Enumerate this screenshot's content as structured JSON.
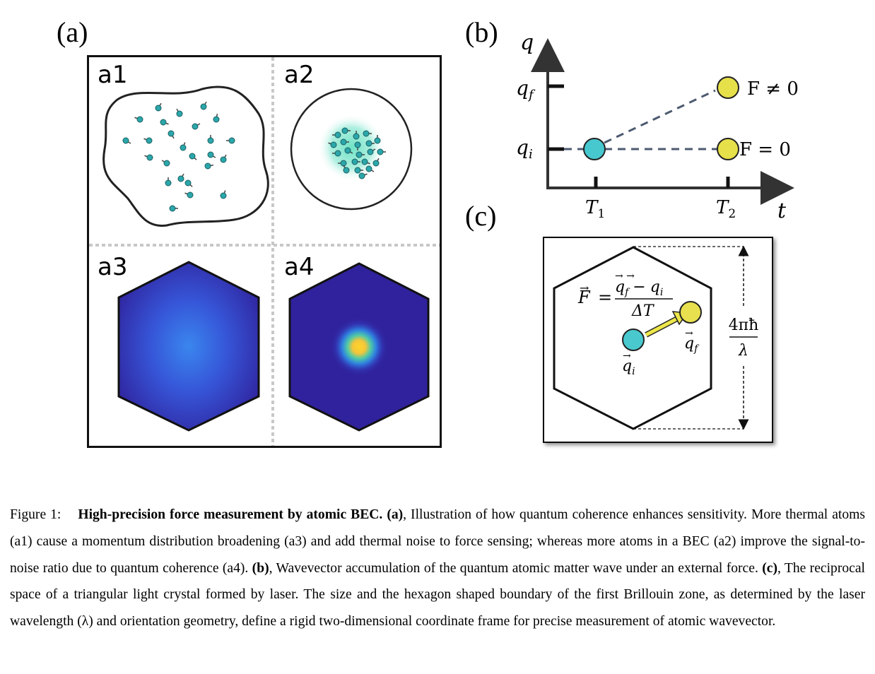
{
  "panels": {
    "a": "(a)",
    "b": "(b)",
    "c": "(c)",
    "a1": "a1",
    "a2": "a2",
    "a3": "a3",
    "a4": "a4"
  },
  "plot_b": {
    "y_axis": "q",
    "x_axis": "t",
    "y_ticks": [
      "q",
      "f",
      "q",
      "i"
    ],
    "x_ticks": [
      "T",
      "1",
      "T",
      "2"
    ],
    "label_nonzero": "F ≠ 0",
    "label_zero": "F = 0",
    "colors": {
      "initial": "#47c8cf",
      "final": "#e6e04a",
      "axis": "#333333",
      "dash": "#4d5a70"
    }
  },
  "panel_c": {
    "F": "F",
    "equals": "=",
    "numerator_qf": "q",
    "numerator_sub_f": "f",
    "minus": "−",
    "numerator_qi": "q",
    "numerator_sub_i": "i",
    "denominator": "ΔT",
    "label_qf": "q",
    "label_qf_sub": "f",
    "label_qi": "q",
    "label_qi_sub": "i",
    "size_numerator": "4πħ",
    "size_denominator": "λ",
    "colors": {
      "arrow": "#ece64a",
      "atom_i": "#49c9cd",
      "atom_f": "#e8e04e"
    }
  },
  "caption": {
    "figure": "Figure 1:",
    "title": "High-precision force measurement by atomic BEC.",
    "a_ref": "(a)",
    "a_text": ", Illustration of how quantum coherence enhances sensitivity. More thermal atoms (a1) cause a momentum distribution broadening (a3) and add thermal noise to force sensing; whereas more atoms in a BEC (a2) improve the signal-to-noise ratio due to quantum coherence (a4).",
    "b_ref": "(b)",
    "b_text": ", Wavevector accumulation of the quantum atomic matter wave under an external force.",
    "c_ref": "(c)",
    "c_text": ", The reciprocal space of a triangular light crystal formed by laser. The size and the hexagon shaped boundary of the first Brillouin zone, as determined by the laser wavelength (λ) and orientation geometry, define a rigid two-dimensional coordinate frame for precise measurement of atomic wavevector."
  }
}
